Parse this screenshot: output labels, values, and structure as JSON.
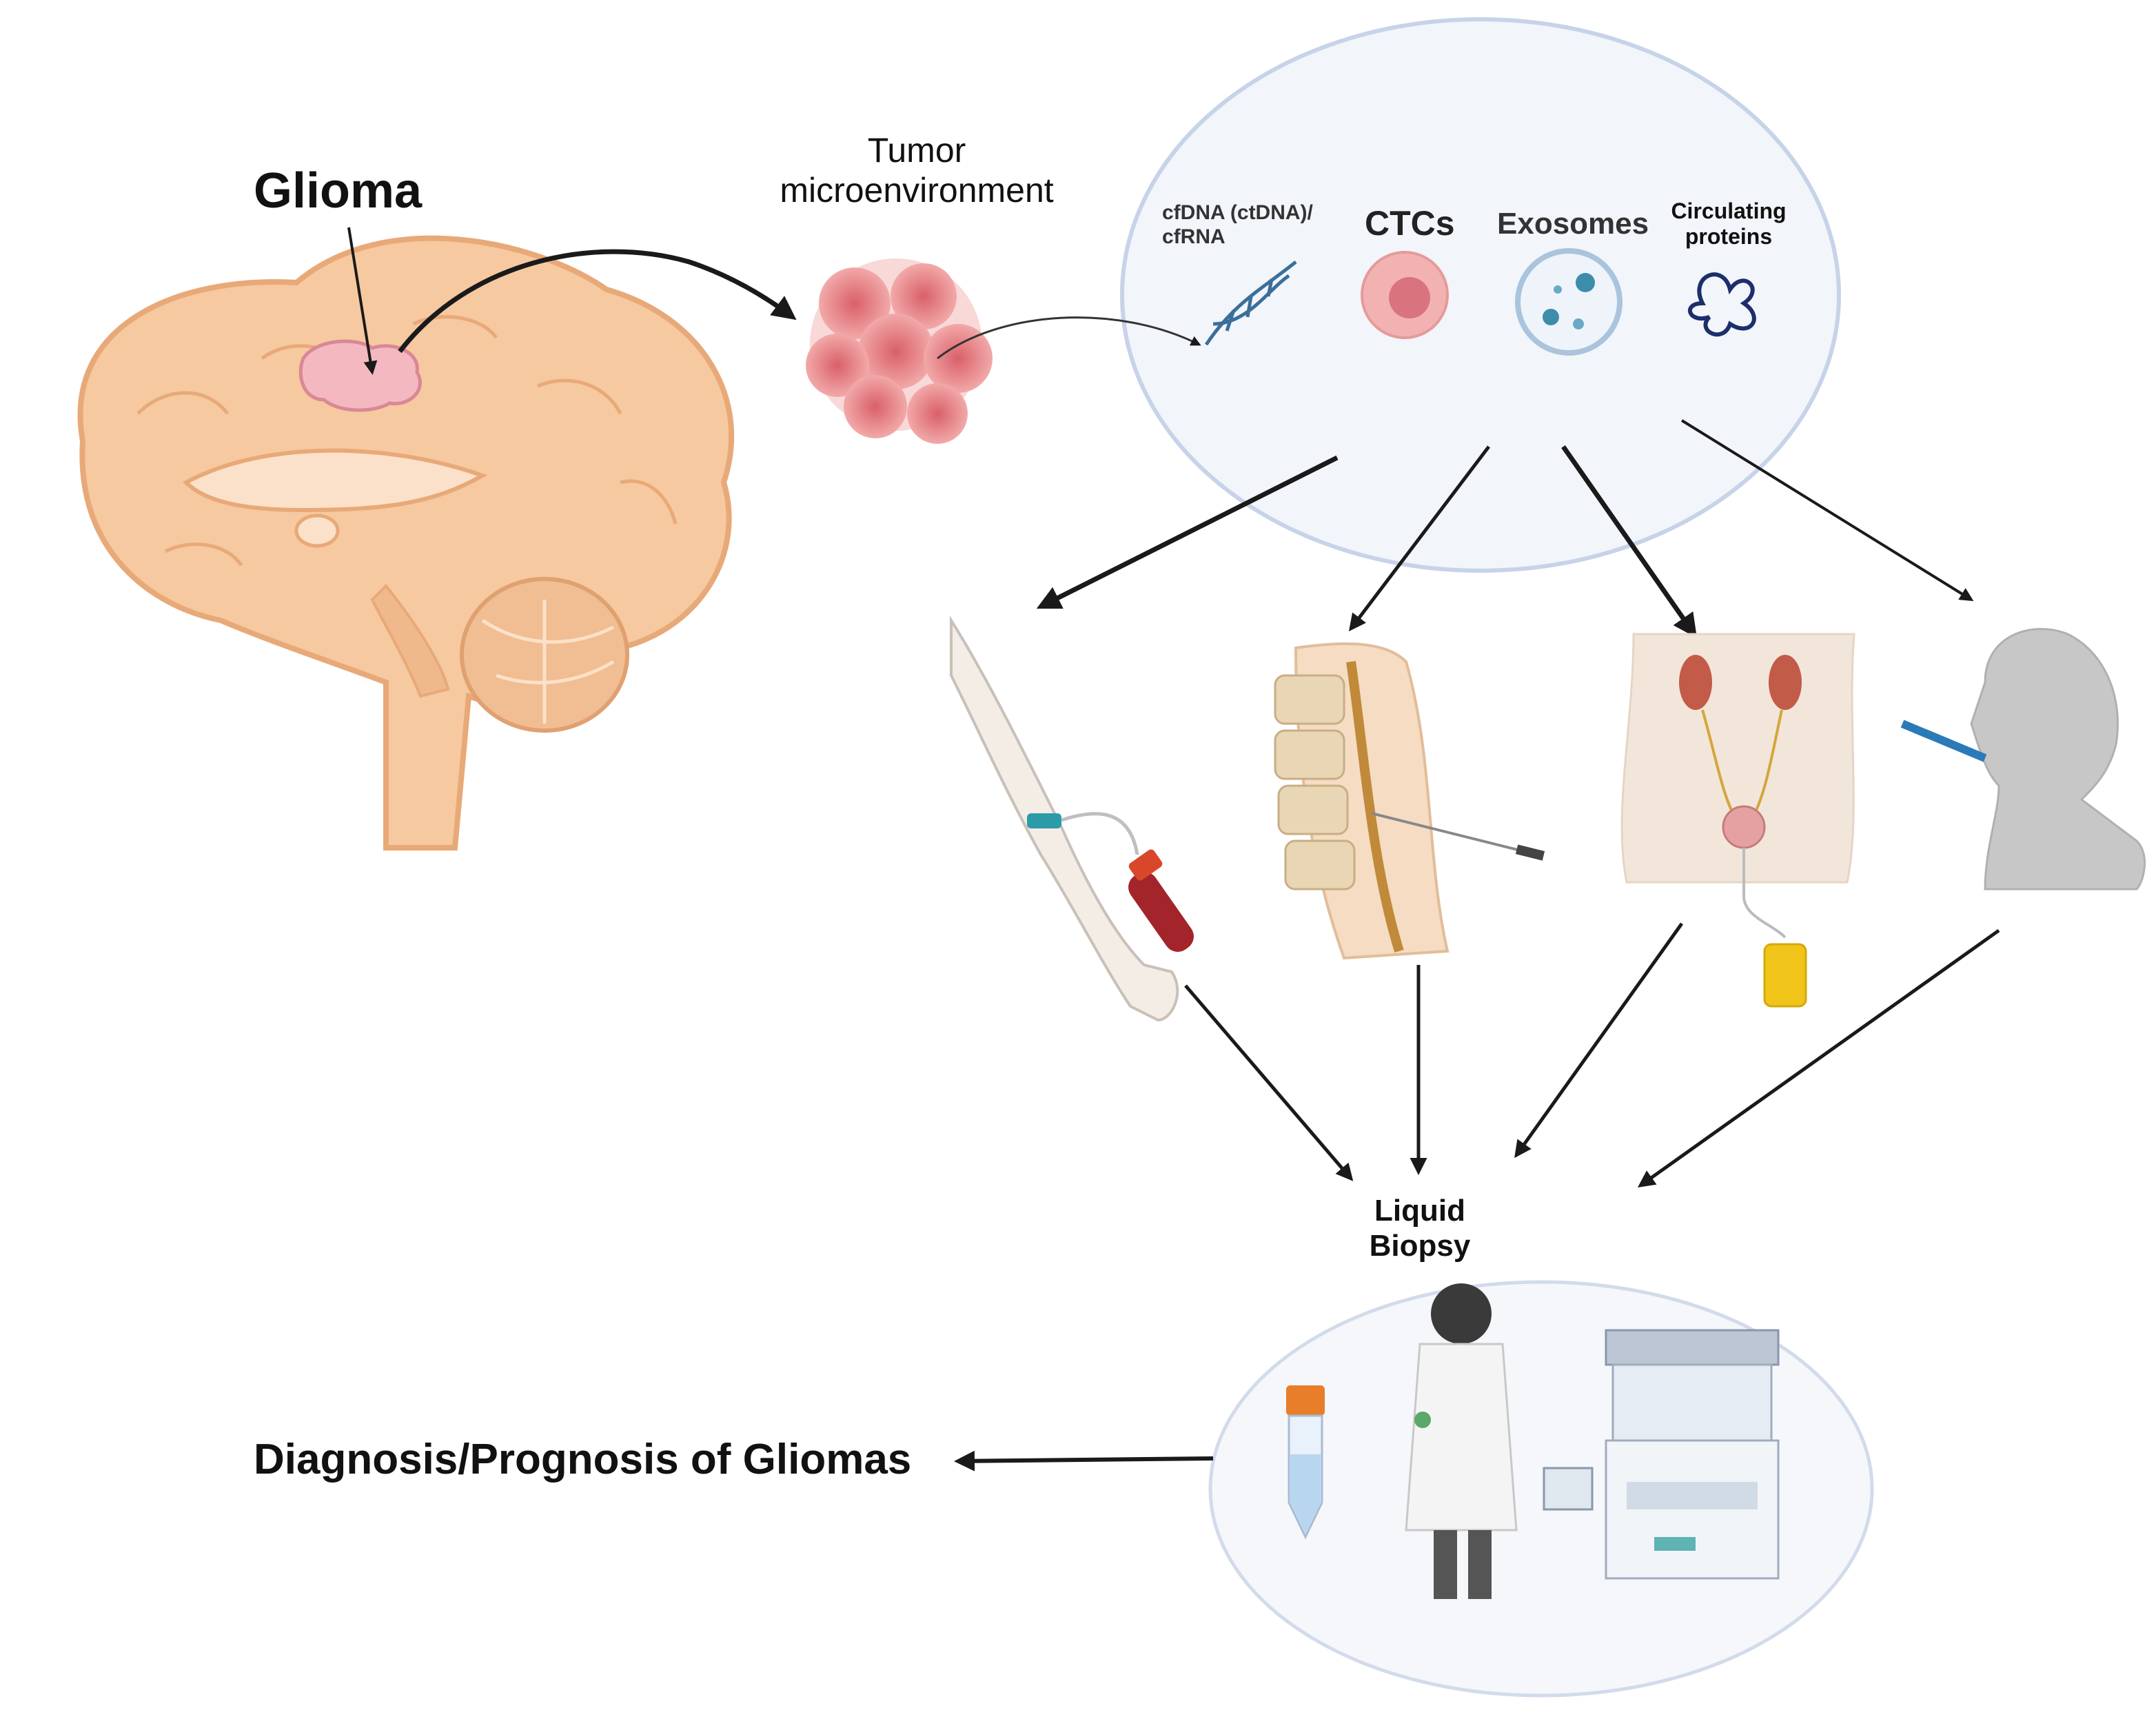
{
  "labels": {
    "glioma": "Glioma",
    "tumor_microenvironment_line1": "Tumor",
    "tumor_microenvironment_line2": "microenvironment",
    "cfdna_line1": "cfDNA (ctDNA)/",
    "cfdna_line2": "cfRNA",
    "ctcs": "CTCs",
    "exosomes": "Exosomes",
    "circulating_line1": "Circulating",
    "circulating_line2": "proteins",
    "liquid_line1": "Liquid",
    "liquid_line2": "Biopsy",
    "diagnosis": "Diagnosis/Prognosis of Gliomas"
  },
  "colors": {
    "brain": "#f6c9a0",
    "brain_outline": "#e8a978",
    "tumor": "#e58c8c",
    "ellipse_fill": "#f2f5fa",
    "ellipse_stroke": "#c6d3e8",
    "arrow": "#1a1a1a",
    "blood": "#a3252b",
    "urine": "#f0c419",
    "dna": "#3a6f9a",
    "protein": "#1c2e6b",
    "skin": "#f3ede6"
  }
}
